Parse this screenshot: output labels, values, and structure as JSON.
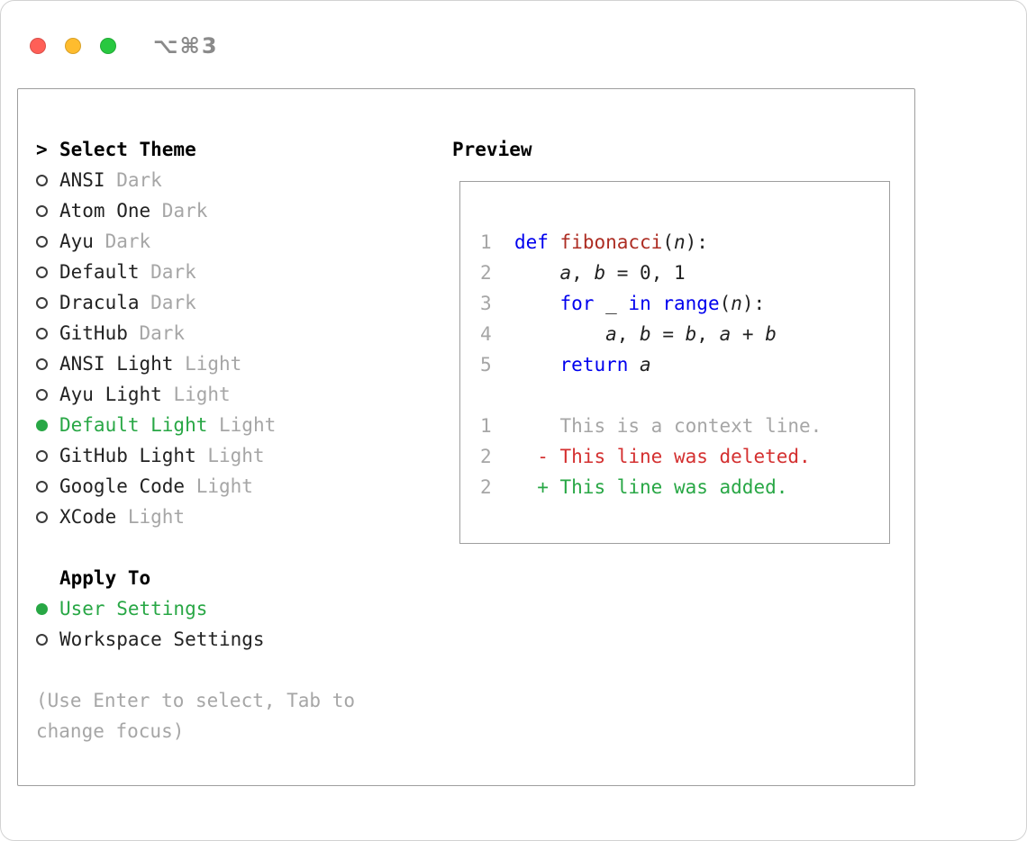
{
  "window": {
    "title": "⌥⌘3"
  },
  "panel": {
    "left": {
      "prompt_marker": ">",
      "title": "Select Theme",
      "themes": [
        {
          "name": "ANSI",
          "variant": "Dark",
          "selected": false
        },
        {
          "name": "Atom One",
          "variant": "Dark",
          "selected": false
        },
        {
          "name": "Ayu",
          "variant": "Dark",
          "selected": false
        },
        {
          "name": "Default",
          "variant": "Dark",
          "selected": false
        },
        {
          "name": "Dracula",
          "variant": "Dark",
          "selected": false
        },
        {
          "name": "GitHub",
          "variant": "Dark",
          "selected": false
        },
        {
          "name": "ANSI Light",
          "variant": "Light",
          "selected": false
        },
        {
          "name": "Ayu Light",
          "variant": "Light",
          "selected": false
        },
        {
          "name": "Default Light",
          "variant": "Light",
          "selected": true
        },
        {
          "name": "GitHub Light",
          "variant": "Light",
          "selected": false
        },
        {
          "name": "Google Code",
          "variant": "Light",
          "selected": false
        },
        {
          "name": "XCode",
          "variant": "Light",
          "selected": false
        }
      ],
      "apply_to": {
        "title": "Apply To",
        "options": [
          {
            "label": "User Settings",
            "selected": true
          },
          {
            "label": "Workspace Settings",
            "selected": false
          }
        ]
      },
      "hint": "(Use Enter to select, Tab to change focus)"
    },
    "preview": {
      "title": "Preview",
      "lines": [
        [
          {
            "t": "1  ",
            "c": "ln"
          },
          {
            "t": "def",
            "c": "kw"
          },
          {
            "t": " ",
            "c": ""
          },
          {
            "t": "fibonacci",
            "c": "fn"
          },
          {
            "t": "(",
            "c": ""
          },
          {
            "t": "n",
            "c": "id"
          },
          {
            "t": "):",
            "c": ""
          }
        ],
        [
          {
            "t": "2  ",
            "c": "ln"
          },
          {
            "t": "    ",
            "c": ""
          },
          {
            "t": "a",
            "c": "id"
          },
          {
            "t": ", ",
            "c": ""
          },
          {
            "t": "b",
            "c": "id"
          },
          {
            "t": " = 0, 1",
            "c": ""
          }
        ],
        [
          {
            "t": "3  ",
            "c": "ln"
          },
          {
            "t": "    ",
            "c": ""
          },
          {
            "t": "for",
            "c": "kw"
          },
          {
            "t": " ",
            "c": ""
          },
          {
            "t": "_",
            "c": "id"
          },
          {
            "t": " ",
            "c": ""
          },
          {
            "t": "in",
            "c": "kw"
          },
          {
            "t": " ",
            "c": ""
          },
          {
            "t": "range",
            "c": "kw"
          },
          {
            "t": "(",
            "c": ""
          },
          {
            "t": "n",
            "c": "id"
          },
          {
            "t": "):",
            "c": ""
          }
        ],
        [
          {
            "t": "4  ",
            "c": "ln"
          },
          {
            "t": "        ",
            "c": ""
          },
          {
            "t": "a",
            "c": "id"
          },
          {
            "t": ", ",
            "c": ""
          },
          {
            "t": "b",
            "c": "id"
          },
          {
            "t": " = ",
            "c": ""
          },
          {
            "t": "b",
            "c": "id"
          },
          {
            "t": ", ",
            "c": ""
          },
          {
            "t": "a",
            "c": "id"
          },
          {
            "t": " + ",
            "c": ""
          },
          {
            "t": "b",
            "c": "id"
          }
        ],
        [
          {
            "t": "5  ",
            "c": "ln"
          },
          {
            "t": "    ",
            "c": ""
          },
          {
            "t": "return",
            "c": "kw"
          },
          {
            "t": " ",
            "c": ""
          },
          {
            "t": "a",
            "c": "id"
          }
        ],
        [],
        [
          {
            "t": "1",
            "c": "ln"
          },
          {
            "t": "      ",
            "c": ""
          },
          {
            "t": "This is a context line.",
            "c": "ctx"
          }
        ],
        [
          {
            "t": "2",
            "c": "ln"
          },
          {
            "t": "    ",
            "c": ""
          },
          {
            "t": "- This line was deleted.",
            "c": "del"
          }
        ],
        [
          {
            "t": "2",
            "c": "ln"
          },
          {
            "t": "    ",
            "c": ""
          },
          {
            "t": "+ This line was added.",
            "c": "add"
          }
        ]
      ]
    }
  },
  "colors": {
    "keyword": "#0000ee",
    "function": "#ad2d23",
    "selected_green": "#28a745",
    "added_green": "#28a745",
    "deleted_red": "#d43030",
    "muted_gray": "#a6a6a6",
    "text": "#222222",
    "panel_border": "#9e9e9e",
    "light_close": "#ff5f57",
    "light_minimize": "#febc2e",
    "light_zoom": "#28c840"
  }
}
